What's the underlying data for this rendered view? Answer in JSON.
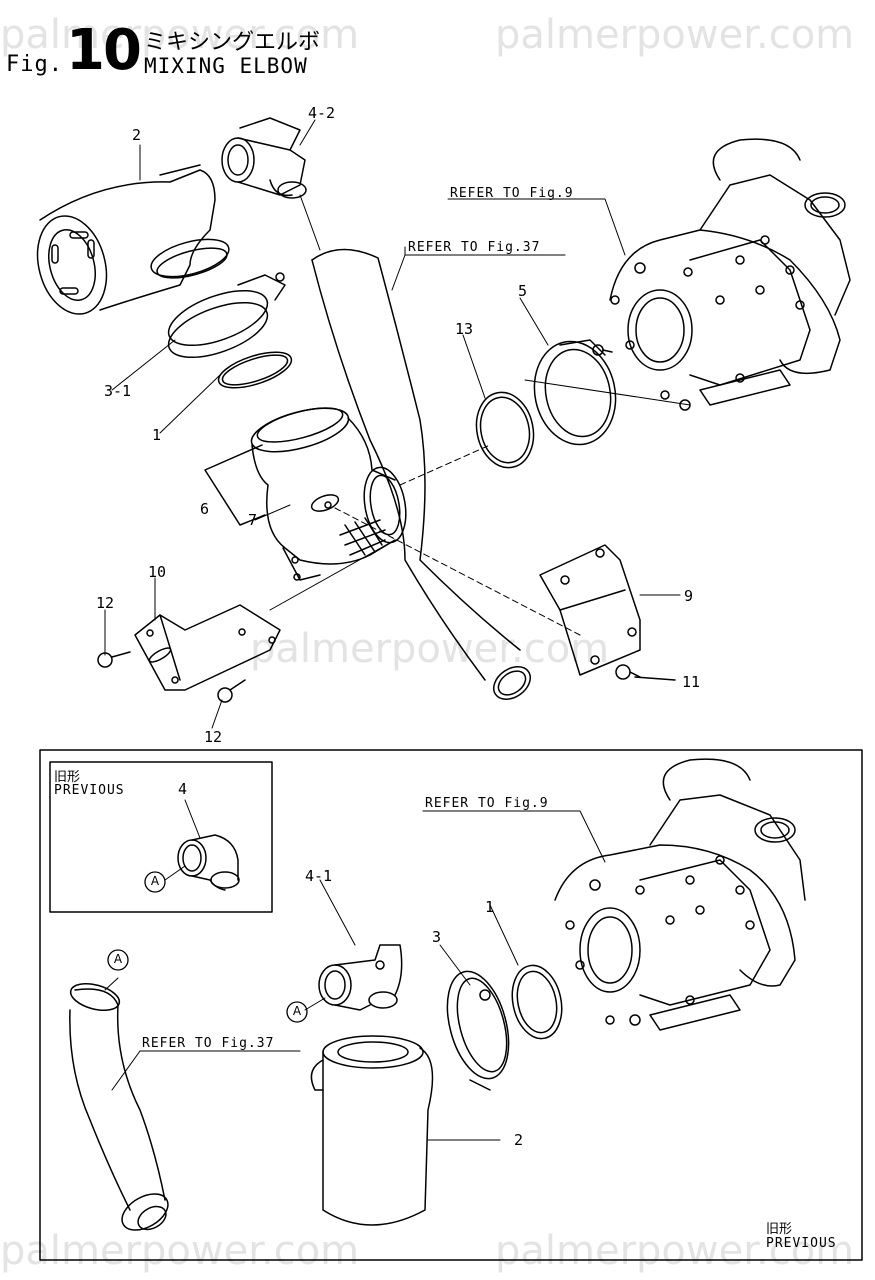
{
  "header": {
    "fig_prefix": "Fig.",
    "fig_number": "10",
    "title_jp": "ミキシングエルボ",
    "title_en": "MIXING ELBOW"
  },
  "watermarks": {
    "top_left": "palmerpower.com",
    "top_right": "palmerpower.com",
    "center": "palmerpower.com",
    "bottom_left": "palmerpower.com",
    "bottom_right": "palmerpower.com"
  },
  "main_diagram": {
    "refs": {
      "fig9": "REFER TO Fig.9",
      "fig37": "REFER TO Fig.37"
    },
    "parts": {
      "p1": "1",
      "p2": "2",
      "p3_1": "3-1",
      "p4_2": "4-2",
      "p5": "5",
      "p6": "6",
      "p7": "7",
      "p9": "9",
      "p10": "10",
      "p11": "11",
      "p12_top": "12",
      "p12_bottom": "12",
      "p13": "13"
    }
  },
  "previous_section": {
    "inset_label_jp": "旧形",
    "inset_label_en": "PREVIOUS",
    "inset_part": "4",
    "marker": "A",
    "refs": {
      "fig9": "REFER TO Fig.9",
      "fig37": "REFER TO Fig.37"
    },
    "parts": {
      "p4_1": "4-1",
      "p3": "3",
      "p1": "1",
      "p2": "2"
    },
    "footer_jp": "旧形",
    "footer_en": "PREVIOUS"
  },
  "colors": {
    "ink": "#000000",
    "watermark": "#e3e3e3",
    "background": "#ffffff"
  }
}
